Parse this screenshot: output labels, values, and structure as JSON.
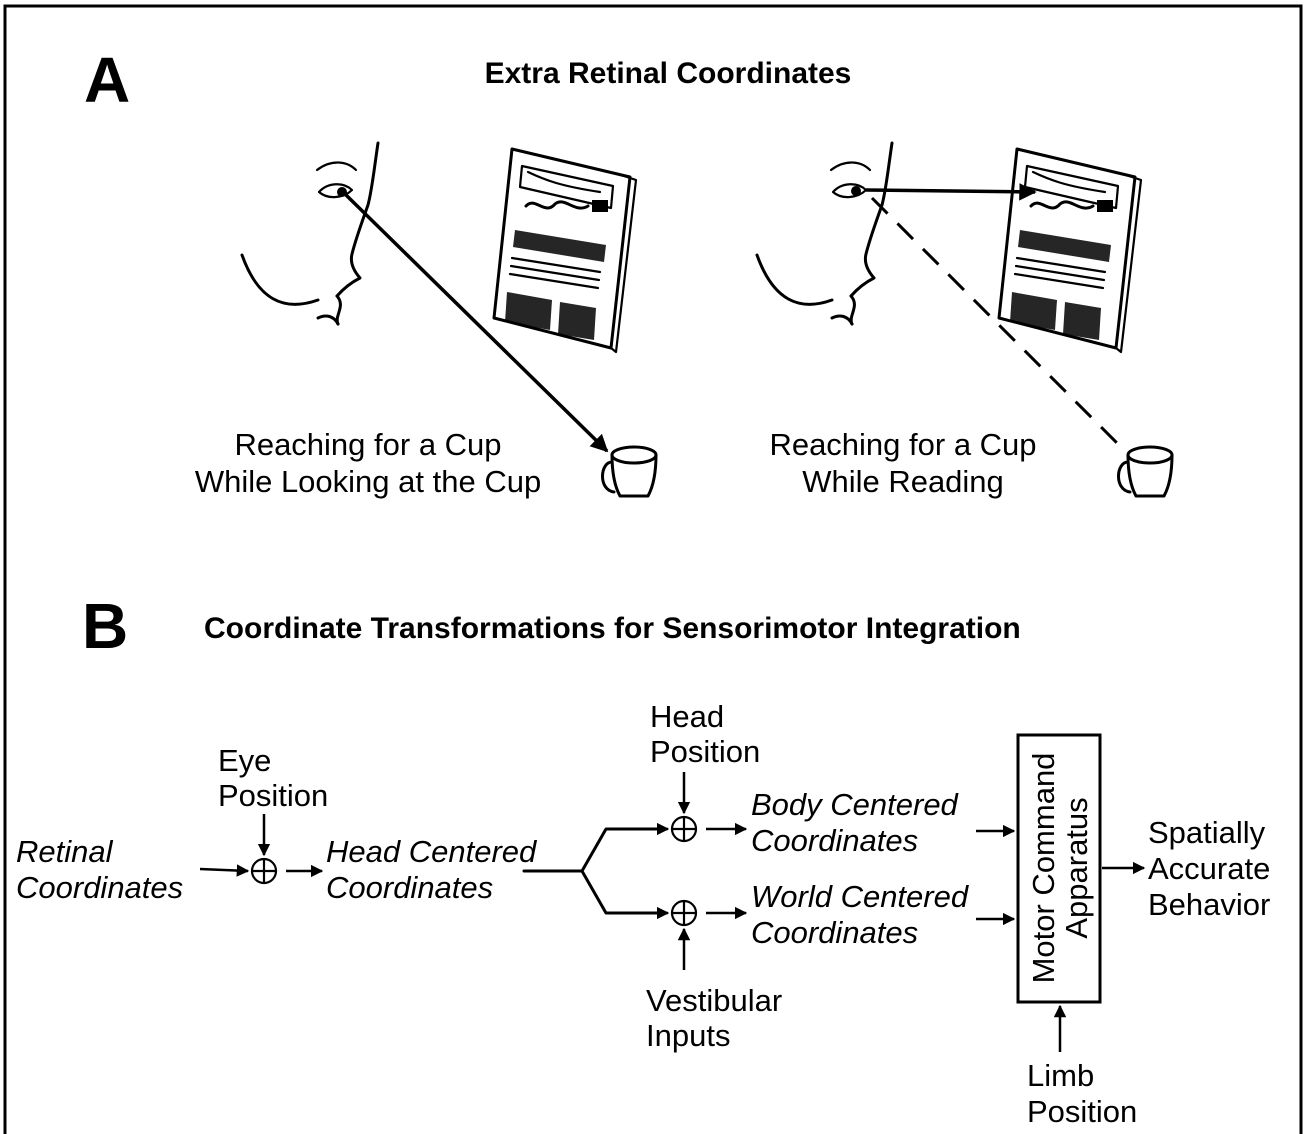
{
  "panel_a": {
    "letter": "A",
    "title": "Extra Retinal Coordinates",
    "left_caption": [
      "Reaching for a Cup",
      "While Looking at the Cup"
    ],
    "right_caption": [
      "Reaching for a Cup",
      "While Reading"
    ]
  },
  "panel_b": {
    "letter": "B",
    "title": "Coordinate Transformations for Sensorimotor Integration",
    "retinal": [
      "Retinal",
      "Coordinates"
    ],
    "eye_position": [
      "Eye",
      "Position"
    ],
    "head_centered": [
      "Head Centered",
      "Coordinates"
    ],
    "head_position": [
      "Head",
      "Position"
    ],
    "body_centered": [
      "Body Centered",
      "Coordinates"
    ],
    "world_centered": [
      "World Centered",
      "Coordinates"
    ],
    "vestibular": [
      "Vestibular",
      "Inputs"
    ],
    "motor_box": [
      "Motor Command",
      "Apparatus"
    ],
    "limb_position": [
      "Limb",
      "Position"
    ],
    "output": [
      "Spatially",
      "Accurate",
      "Behavior"
    ]
  }
}
